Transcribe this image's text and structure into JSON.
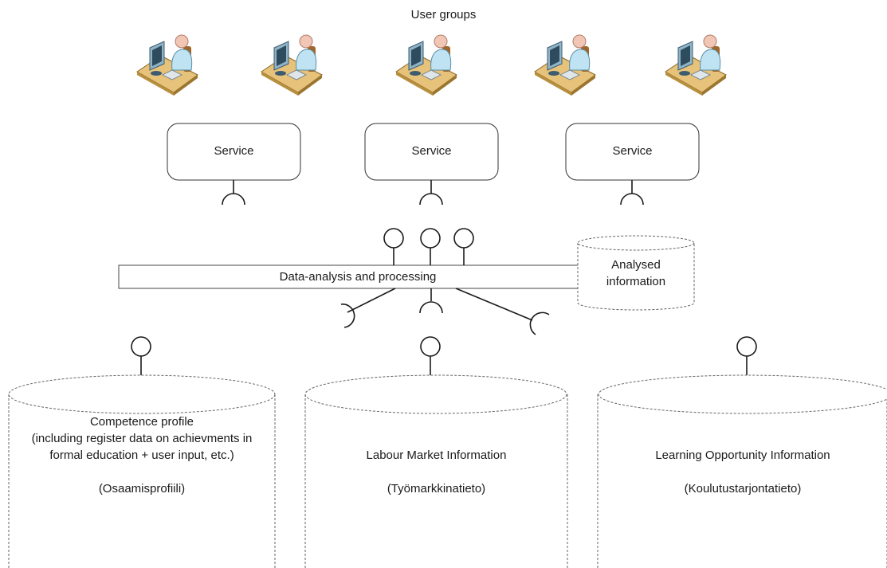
{
  "diagram": {
    "title": "User groups",
    "user_icons": [
      "user-at-workstation-icon",
      "user-at-workstation-icon",
      "user-at-workstation-icon",
      "user-at-workstation-icon",
      "user-at-workstation-icon"
    ],
    "services": [
      {
        "label": "Service"
      },
      {
        "label": "Service"
      },
      {
        "label": "Service"
      }
    ],
    "processing": {
      "label": "Data-analysis and processing"
    },
    "analysed": {
      "line1": "Analysed",
      "line2": "information"
    },
    "databases": [
      {
        "lines": [
          "Competence profile",
          "(including register data on achievments in",
          "formal education + user input, etc.)"
        ],
        "alias": "(Osaamisprofiili)"
      },
      {
        "lines": [
          "Labour Market Information"
        ],
        "alias": "(Työmarkkinatieto)"
      },
      {
        "lines": [
          "Learning Opportunity Information"
        ],
        "alias": "(Koulutustarjontatieto)"
      }
    ]
  }
}
